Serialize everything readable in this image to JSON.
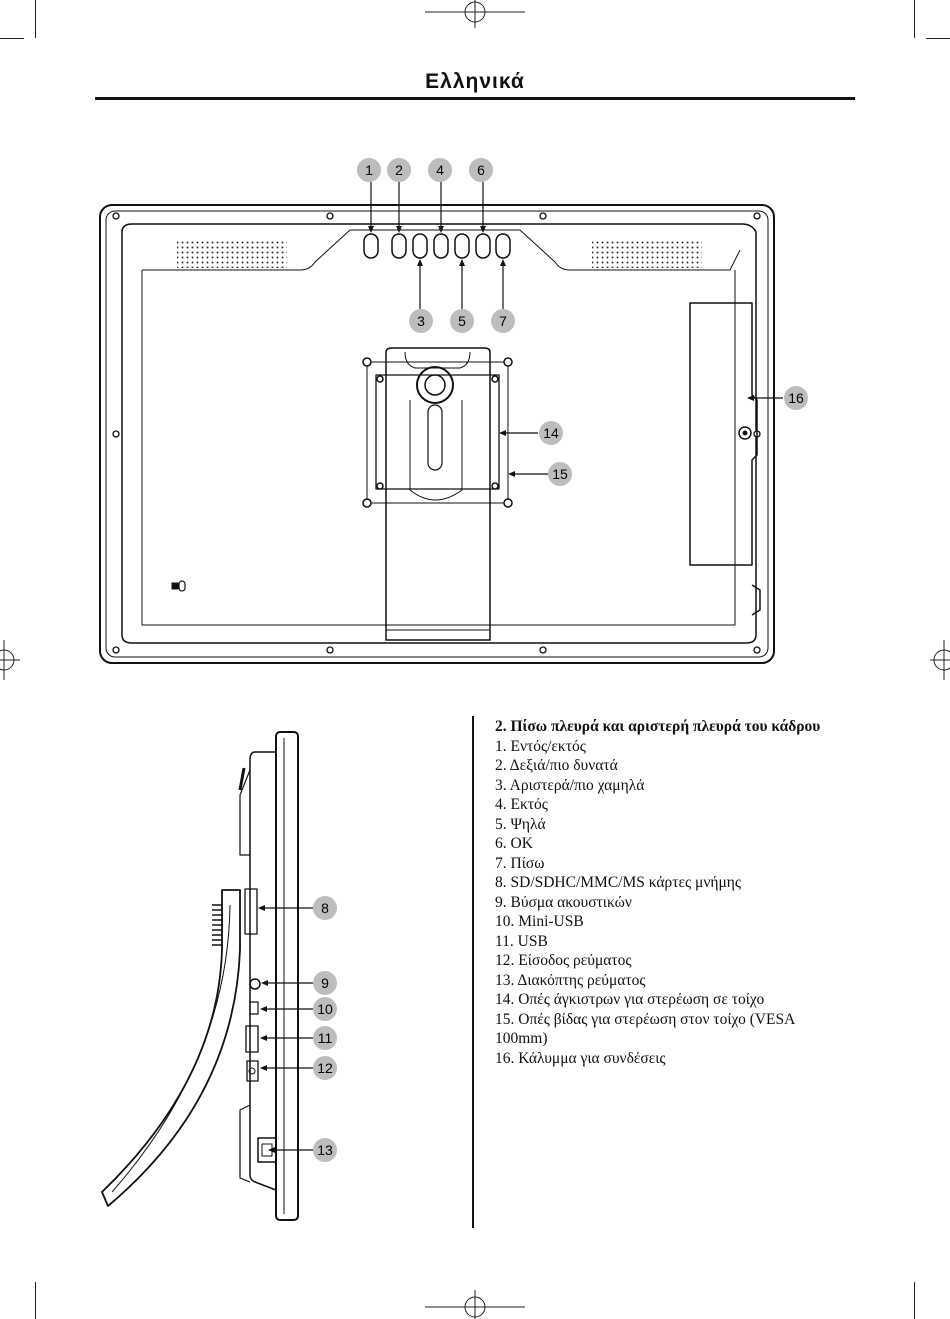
{
  "page": {
    "title": "Ελληνικά"
  },
  "legend": {
    "heading": "2. Πίσω πλευρά και αριστερή πλευρά του κάδρου",
    "items": [
      "1. Εντός/εκτός",
      "2. Δεξιά/πιο δυνατά",
      "3. Αριστερά/πιο χαμηλά",
      "4. Εκτός",
      "5. Ψηλά",
      "6. OK",
      "7. Πίσω",
      "8. SD/SDHC/MMC/MS κάρτες μνήμης",
      "9. Βύσμα ακουστικών",
      "10. Mini-USB",
      "11. USB",
      "12. Είσοδος ρεύματος",
      "13. Διακόπτης ρεύματος",
      "14. Οπές άγκιστρων για στερέωση σε τοίχο",
      "15. Οπές βίδας για στερέωση στον τοίχο (VESA 100mm)",
      "16. Κάλυμμα για συνδέσεις"
    ]
  },
  "callouts": {
    "back": [
      "1",
      "2",
      "3",
      "4",
      "5",
      "6",
      "7",
      "14",
      "15",
      "16"
    ],
    "side": [
      "8",
      "9",
      "10",
      "11",
      "12",
      "13"
    ]
  },
  "colors": {
    "badge_fill": "#bdbdbd",
    "ink": "#111111"
  }
}
